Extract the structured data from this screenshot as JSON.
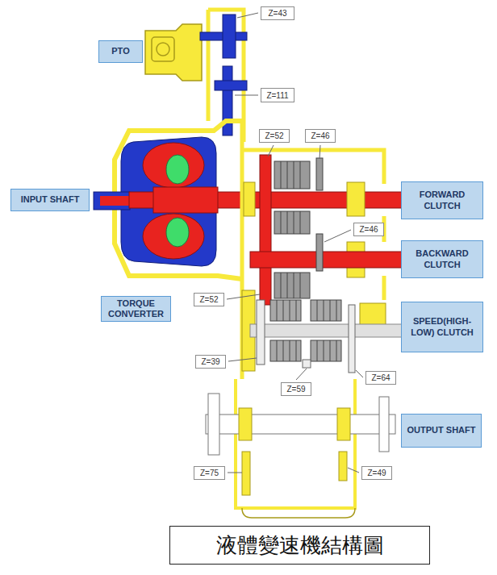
{
  "diagram": {
    "nodes": [
      {
        "text": [
          "PTO"
        ]
      },
      {
        "text": [
          "Z=43"
        ]
      },
      {
        "text": [
          "Z=111"
        ]
      },
      {
        "text": [
          "Z=52"
        ]
      },
      {
        "text": [
          "Z=46"
        ]
      },
      {
        "text": [
          "INPUT SHAFT"
        ]
      },
      {
        "text": [
          "FORWARD CLUTCH"
        ]
      },
      {
        "text": [
          "Z=46"
        ]
      },
      {
        "text": [
          "BACKWARD CLUTCH"
        ]
      },
      {
        "text": [
          "TORQUE CONVERTER"
        ]
      },
      {
        "text": [
          "Z=52"
        ]
      },
      {
        "text": [
          "SPEED(HIGH- LOW) CLUTCH"
        ]
      },
      {
        "text": [
          "Z=39"
        ]
      },
      {
        "text": [
          "Z=64"
        ]
      },
      {
        "text": [
          "Z=59"
        ]
      },
      {
        "text": [
          "OUTPUT SHAFT"
        ]
      },
      {
        "text": [
          "Z=75"
        ]
      },
      {
        "text": [
          "Z=49"
        ]
      }
    ],
    "caption": "液體變速機結構圖"
  }
}
